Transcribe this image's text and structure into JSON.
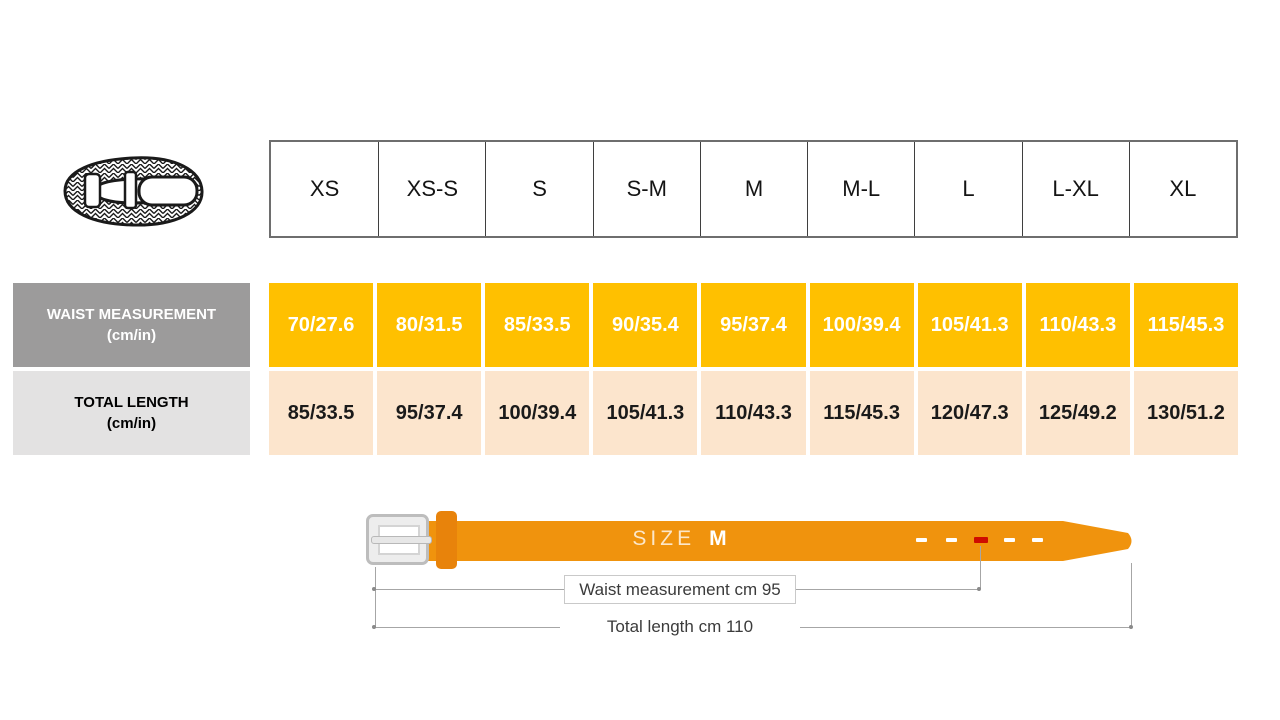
{
  "size_table": {
    "sizes": [
      "XS",
      "XS-S",
      "S",
      "S-M",
      "M",
      "M-L",
      "L",
      "L-XL",
      "XL"
    ],
    "rows": [
      {
        "label_line1": "WAIST MEASUREMENT",
        "label_line2": "(cm/in)",
        "values": [
          "70/27.6",
          "80/31.5",
          "85/33.5",
          "90/35.4",
          "95/37.4",
          "100/39.4",
          "105/41.3",
          "110/43.3",
          "115/45.3"
        ]
      },
      {
        "label_line1": "TOTAL LENGTH",
        "label_line2": "(cm/in)",
        "values": [
          "85/33.5",
          "95/37.4",
          "100/39.4",
          "105/41.3",
          "110/43.3",
          "115/45.3",
          "120/47.3",
          "125/49.2",
          "130/51.2"
        ]
      }
    ]
  },
  "belt_diagram": {
    "size_label": "SIZE",
    "size_value": "M",
    "waist_annotation": "Waist measurement cm 95",
    "length_annotation": "Total length cm 110"
  },
  "colors": {
    "waist_cell_bg": "#ffc000",
    "length_cell_bg": "#fce5cd",
    "waist_label_bg": "#9c9b9b",
    "length_label_bg": "#e3e2e2",
    "belt_orange": "#f0930d",
    "keeper_orange": "#e8830b",
    "marked_hole_red": "#cf0b00"
  }
}
